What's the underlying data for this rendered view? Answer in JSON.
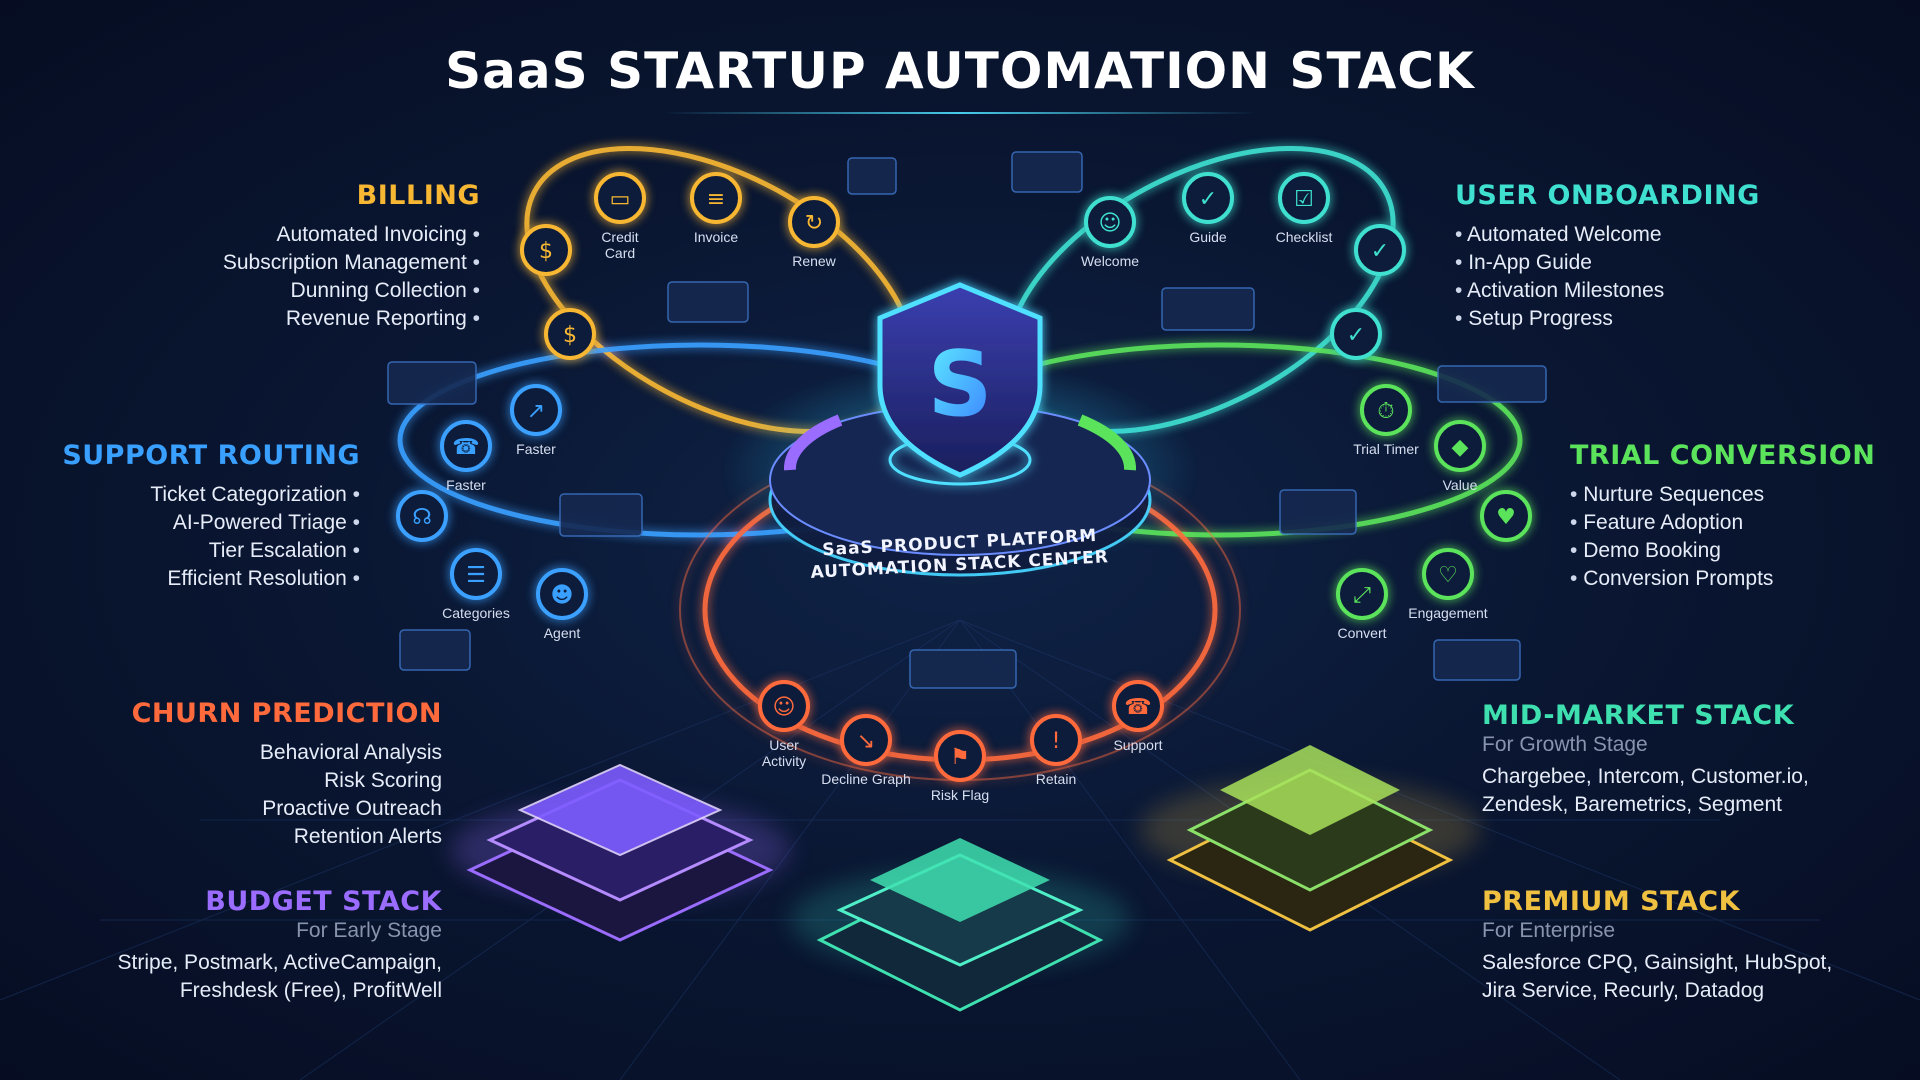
{
  "title": "SaaS STARTUP AUTOMATION STACK",
  "center": {
    "logo_letter": "S",
    "line1": "SaaS PRODUCT PLATFORM",
    "line2": "AUTOMATION STACK CENTER"
  },
  "colors": {
    "billing": "#f7b733",
    "onboarding": "#3fe0d0",
    "support": "#3aa0ff",
    "trial": "#5be35b",
    "churn": "#ff6a3d",
    "budget": "#9a6cff",
    "midmarket": "#3fe0b0",
    "premium": "#f0c040"
  },
  "billing": {
    "heading": "BILLING",
    "items": [
      "Automated Invoicing",
      "Subscription Management",
      "Dunning Collection",
      "Revenue Reporting"
    ],
    "nodes": [
      {
        "label": "",
        "icon": "cash-icon"
      },
      {
        "label": "Credit Card",
        "icon": "credit-card-icon"
      },
      {
        "label": "Invoice",
        "icon": "invoice-icon"
      },
      {
        "label": "Renew",
        "icon": "refresh-icon"
      },
      {
        "label": "",
        "icon": "dollar-icon"
      }
    ]
  },
  "onboarding": {
    "heading": "USER ONBOARDING",
    "items": [
      "Automated Welcome",
      "In-App Guide",
      "Activation Milestones",
      "Setup Progress"
    ],
    "nodes": [
      {
        "label": "Welcome",
        "icon": "user-welcome-icon"
      },
      {
        "label": "Guide",
        "icon": "guide-icon"
      },
      {
        "label": "Checklist",
        "icon": "checklist-icon"
      },
      {
        "label": "",
        "icon": "check-circle-icon"
      },
      {
        "label": "",
        "icon": "check-circle-icon"
      }
    ]
  },
  "support": {
    "heading": "SUPPORT ROUTING",
    "items": [
      "Ticket Categorization",
      "AI-Powered Triage",
      "Tier Escalation",
      "Efficient Resolution"
    ],
    "nodes": [
      {
        "label": "Faster",
        "icon": "rocket-icon"
      },
      {
        "label": "Faster",
        "icon": "headset-icon"
      },
      {
        "label": "",
        "icon": "headphones-icon"
      },
      {
        "label": "Categories",
        "icon": "categories-icon"
      },
      {
        "label": "Agent",
        "icon": "agent-icon"
      }
    ]
  },
  "trial": {
    "heading": "TRIAL CONVERSION",
    "items": [
      "Nurture Sequences",
      "Feature Adoption",
      "Demo Booking",
      "Conversion Prompts"
    ],
    "nodes": [
      {
        "label": "Trial Timer",
        "icon": "timer-icon"
      },
      {
        "label": "Value",
        "icon": "diamond-icon"
      },
      {
        "label": "",
        "icon": "handshake-icon"
      },
      {
        "label": "Engagement",
        "icon": "heart-hand-icon"
      },
      {
        "label": "Convert",
        "icon": "convert-icon"
      }
    ]
  },
  "churn": {
    "heading": "CHURN PREDICTION",
    "items": [
      "Behavioral Analysis",
      "Risk Scoring",
      "Proactive Outreach",
      "Retention Alerts"
    ],
    "nodes": [
      {
        "label": "User Activity",
        "icon": "user-activity-icon"
      },
      {
        "label": "Decline Graph",
        "icon": "decline-graph-icon"
      },
      {
        "label": "Risk Flag",
        "icon": "flag-icon"
      },
      {
        "label": "Retain",
        "icon": "warning-icon"
      },
      {
        "label": "Support",
        "icon": "support-icon"
      }
    ]
  },
  "budget": {
    "heading": "BUDGET STACK",
    "subtitle": "For Early Stage",
    "lines": [
      "Stripe, Postmark, ActiveCampaign,",
      "Freshdesk (Free), ProfitWell"
    ]
  },
  "midmarket": {
    "heading": "MID-MARKET STACK",
    "subtitle": "For Growth Stage",
    "lines": [
      "Chargebee, Intercom, Customer.io,",
      "Zendesk, Baremetrics, Segment"
    ]
  },
  "premium": {
    "heading": "PREMIUM STACK",
    "subtitle": "For Enterprise",
    "lines": [
      "Salesforce CPQ, Gainsight, HubSpot,",
      "Jira Service, Recurly, Datadog"
    ]
  }
}
